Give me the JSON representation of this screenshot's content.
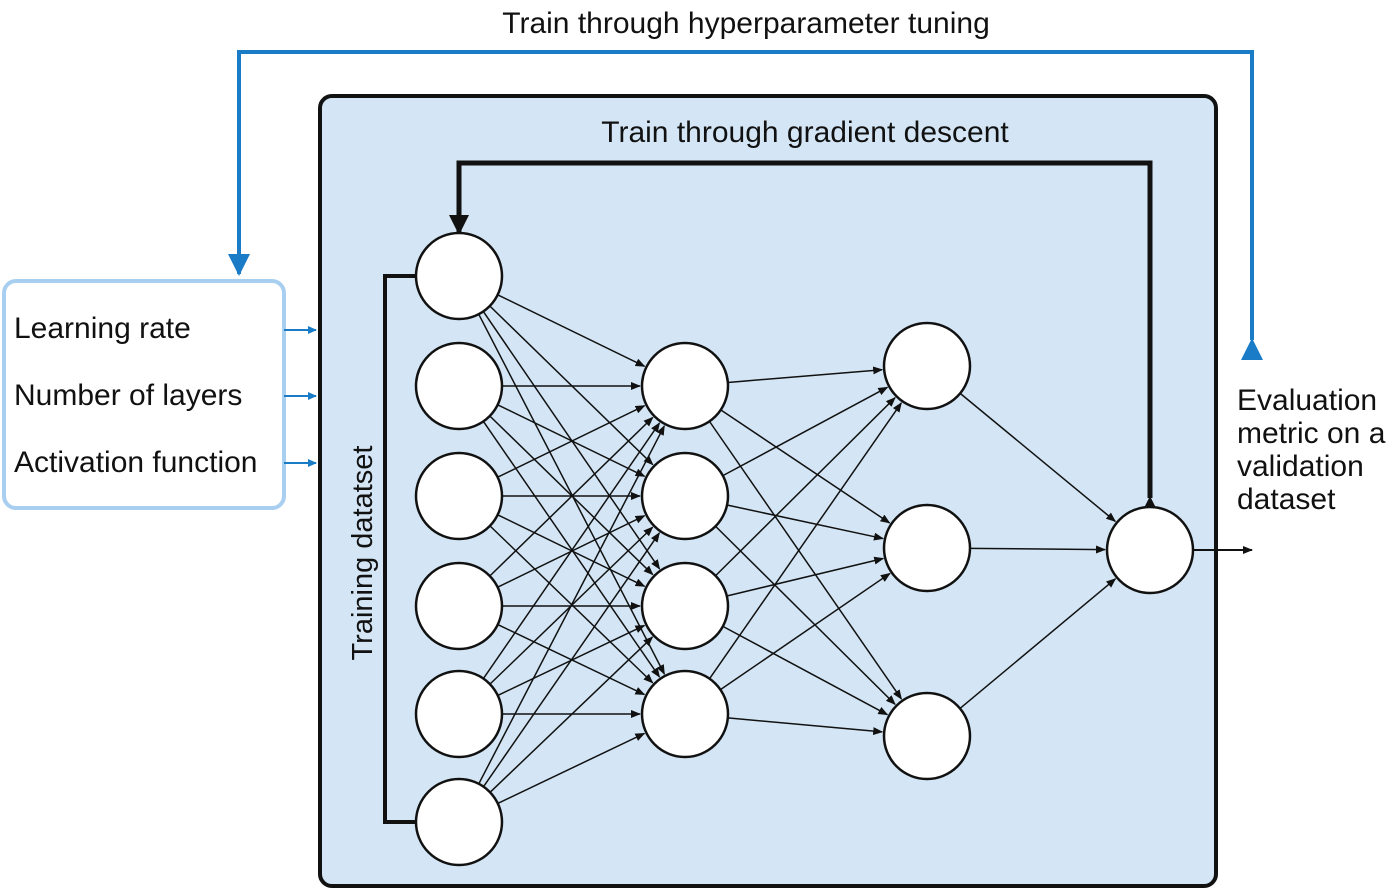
{
  "diagram": {
    "outer_loop_label": "Train through hyperparameter tuning",
    "inner_loop_label": "Train through gradient descent",
    "input_label": "Training datatset",
    "output_label": [
      "Evaluation",
      "metric on a",
      "validation",
      "dataset"
    ],
    "hyperparameters": [
      "Learning rate",
      "Number of layers",
      "Activation function"
    ],
    "layers": [
      {
        "name": "input",
        "node_count": 6
      },
      {
        "name": "hidden-1",
        "node_count": 4
      },
      {
        "name": "hidden-2",
        "node_count": 3
      },
      {
        "name": "output",
        "node_count": 1
      }
    ],
    "colors": {
      "panel_fill": "#d4e6f5",
      "panel_stroke": "#111111",
      "hyper_box_stroke": "#a9cff0",
      "hyper_arrow": "#1a7cc7",
      "node_fill": "#ffffff",
      "edge": "#111111"
    }
  }
}
